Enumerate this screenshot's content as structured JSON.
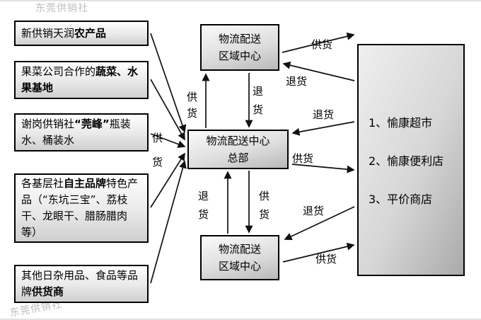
{
  "watermarks": {
    "top": "东莞供销社",
    "bottom": "东莞供销社"
  },
  "suppliers": [
    {
      "segments": [
        {
          "t": "新供销天润",
          "b": false
        },
        {
          "t": "农产品",
          "b": true
        }
      ]
    },
    {
      "segments": [
        {
          "t": "果菜公司合作的",
          "b": false
        },
        {
          "t": "蔬菜、水果基地",
          "b": true
        }
      ]
    },
    {
      "segments": [
        {
          "t": "谢岗供销社",
          "b": false
        },
        {
          "t": "“莞峰”",
          "b": true
        },
        {
          "t": "瓶装水、桶装水",
          "b": false
        }
      ]
    },
    {
      "segments": [
        {
          "t": "各基层社",
          "b": false
        },
        {
          "t": "自主品牌",
          "b": true
        },
        {
          "t": "特色产品（“东坑三宝”、荔枝干、龙眼干、腊肠腊肉等）",
          "b": false
        }
      ]
    },
    {
      "segments": [
        {
          "t": "其他日杂用品、食品等品牌",
          "b": false
        },
        {
          "t": "供货商",
          "b": true
        }
      ]
    }
  ],
  "centers": {
    "regional_top": "物流配送\n区域中心",
    "headquarters": "物流配送中心\n总部",
    "regional_bottom": "物流配送\n区域中心"
  },
  "stores": {
    "items": [
      "1、愉康超市",
      "2、愉康便利店",
      "3、平价商店"
    ]
  },
  "flow_labels": {
    "supply_left": "供\n货",
    "supply_top_vertical": "供\n货",
    "return_top_vertical": "退\n货",
    "return_bottom_vertical": "退\n货",
    "supply_bottom_vertical": "供\n货",
    "supply_topright": "供货",
    "return_topright": "退货",
    "return_midright": "退货",
    "supply_midright": "供货",
    "return_bottomright": "退货",
    "supply_bottomright": "供货"
  }
}
